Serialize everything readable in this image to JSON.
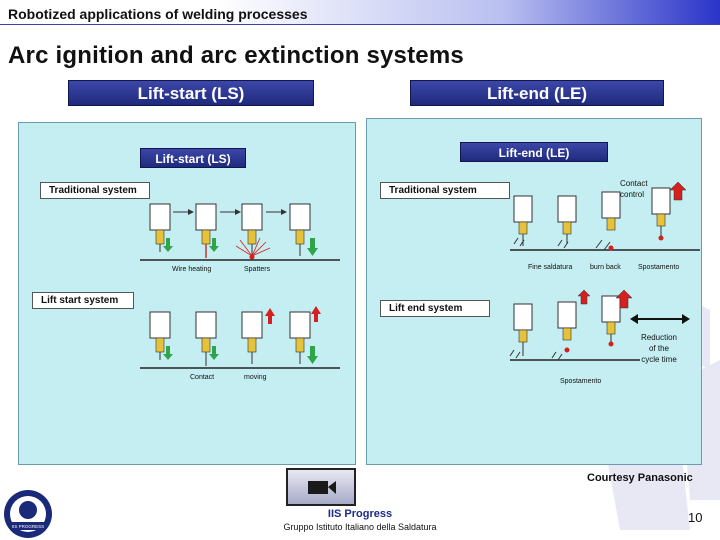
{
  "header": {
    "section_title": "Robotized applications of welding processes",
    "title": "Arc ignition and arc extinction systems"
  },
  "tabs": {
    "lift_start": "Lift-start (LS)",
    "lift_end": "Lift-end (LE)"
  },
  "left_panel": {
    "inner_title": "Lift-start (LS)",
    "traditional_label": "Traditional system",
    "lift_label": "Lift start system",
    "traditional_captions": [
      "Wire heating",
      "Spatters"
    ],
    "lift_captions": [
      "Contact",
      "moving"
    ]
  },
  "right_panel": {
    "inner_title": "Lift-end (LE)",
    "traditional_label": "Traditional system",
    "lift_label": "Lift end system",
    "contact_control": [
      "Contact",
      "control"
    ],
    "traditional_captions": [
      "Fine saldatura",
      "burn back",
      "Spostamento"
    ],
    "lift_caption": "Spostamento",
    "reduction": [
      "Reduction",
      "of the",
      "cycle time"
    ]
  },
  "courtesy": "Courtesy Panasonic",
  "footer": {
    "name": "IIS Progress",
    "sub": "Gruppo Istituto Italiano della Saldatura",
    "page": "10",
    "logo_text": "IIS PROGRESS"
  },
  "colors": {
    "accent": "#2a34c8",
    "panel": "#c4eef1",
    "torch": "#e6c23a",
    "green_arrow": "#2fa54a",
    "red_arrow": "#d61f1f"
  }
}
